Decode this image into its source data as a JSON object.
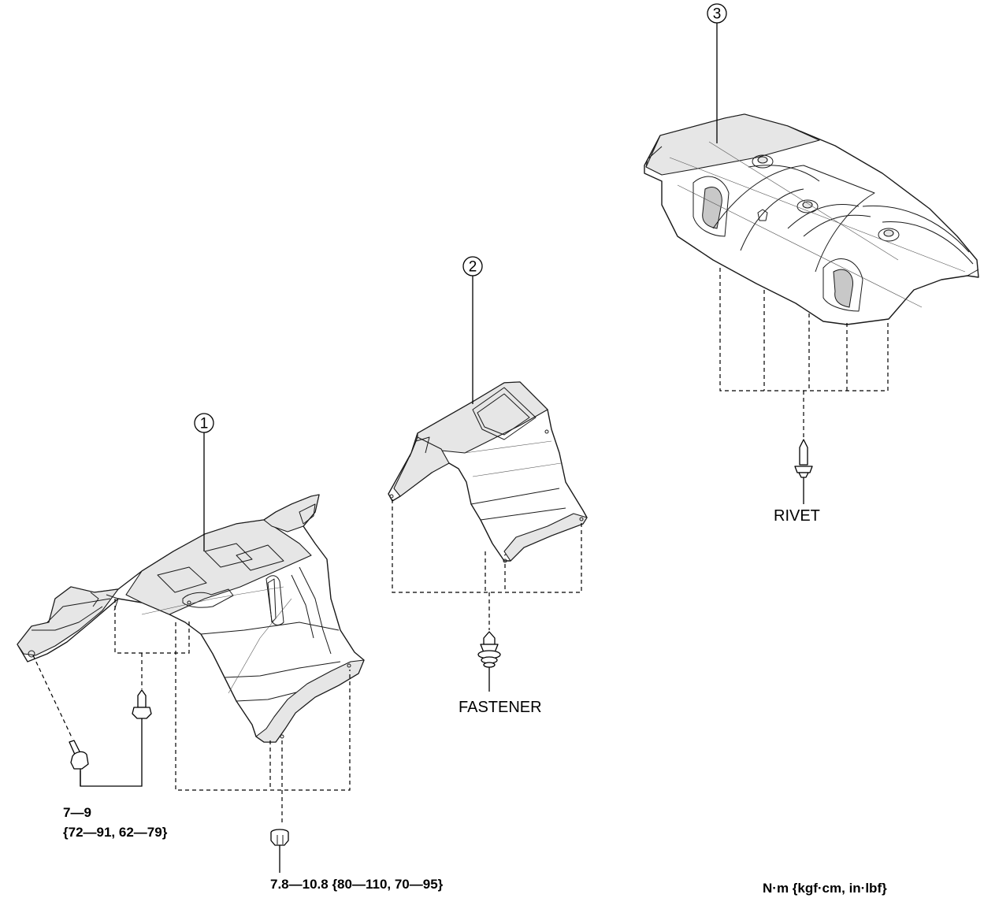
{
  "parts": [
    {
      "number": "1"
    },
    {
      "number": "2"
    },
    {
      "number": "3"
    }
  ],
  "fasteners": {
    "fastener": "FASTENER",
    "rivet": "RIVET"
  },
  "torque": {
    "bolt_line1": "7—9",
    "bolt_line2": "{72—91, 62—79}",
    "nut": "7.8—10.8 {80—110, 70—95}",
    "unit": "N·m {kgf·cm, in·lbf}"
  }
}
